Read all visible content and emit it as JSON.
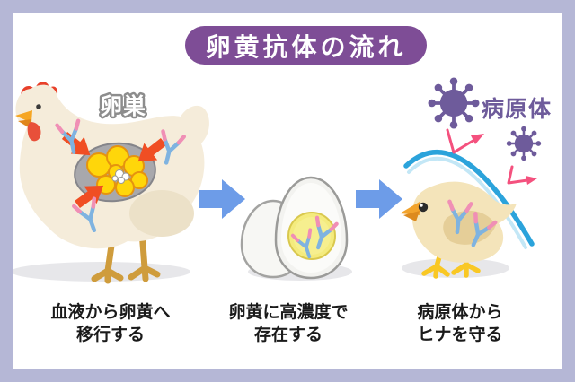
{
  "title": {
    "text": "卵黄抗体の流れ"
  },
  "labels": {
    "ovary": "卵巣",
    "pathogen": "病原体"
  },
  "captions": [
    {
      "text": "血液から卵黄へ\n移行する"
    },
    {
      "text": "卵黄に高濃度で\n存在する"
    },
    {
      "text": "病原体から\nヒナを守る"
    }
  ],
  "icons": {
    "hen": "hen-illustration",
    "ovary": "ovary-icon",
    "antibody": "antibody-y-icon",
    "transfer_arrow": "orange-arrow-icon",
    "flow_arrow": "right-block-arrow-icon",
    "eggs": "eggs-with-yolk-icon",
    "virus": "virus-icon",
    "shield_arc": "shield-arc-icon",
    "deflection_arrow": "deflection-arrow-icon",
    "chick": "chick-illustration"
  },
  "colors": {
    "frame_border": "#b5b7d6",
    "background": "#ffffff",
    "title_bg": "#7e4d96",
    "title_text": "#ffffff",
    "flow_arrow_blue": "#6d9ce8",
    "transfer_arrow_orange": "#f04e23",
    "pathogen_purple": "#6e5b9b",
    "deflection_pink": "#f4517e",
    "shield_blue": "#2ba3db",
    "shield_light_blue": "#c3e7f6",
    "antibody_blue": "#7fb3e0",
    "antibody_pink": "#f08fb5",
    "follicle_yellow": "#ffd60a",
    "yolk_yellow": "#f4eb7e",
    "caption_text": "#1a1a1a"
  }
}
